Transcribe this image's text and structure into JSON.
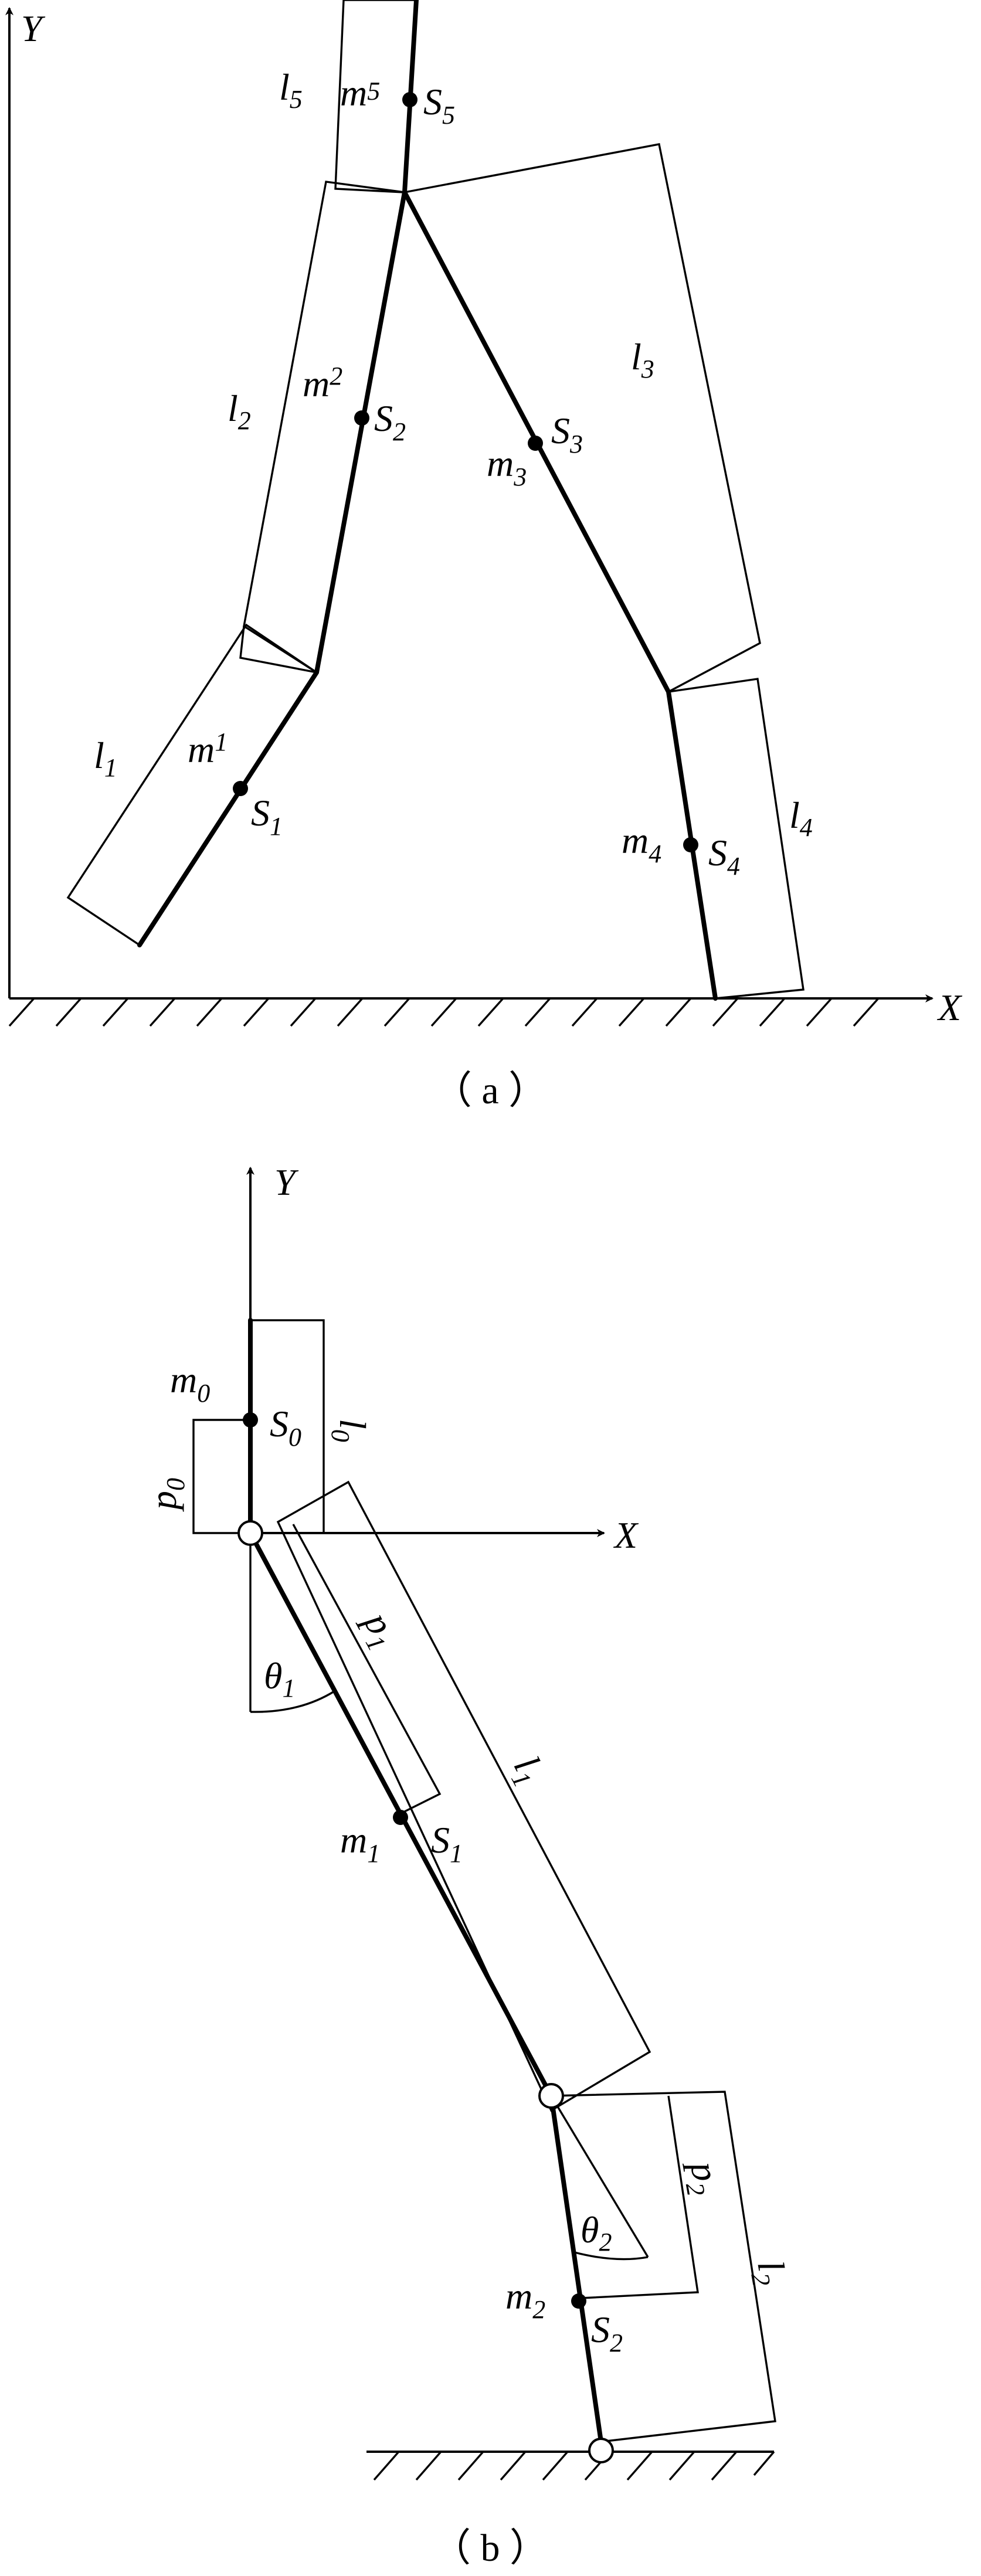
{
  "figure_a": {
    "caption": "（ a ）",
    "axis_x": "X",
    "axis_y": "Y",
    "links": [
      {
        "l": "l",
        "l_sub": "1",
        "m": "m",
        "m_sub": "1",
        "s": "S",
        "s_sub": "1"
      },
      {
        "l": "l",
        "l_sub": "2",
        "m": "m",
        "m_sub": "2",
        "s": "S",
        "s_sub": "2"
      },
      {
        "l": "l",
        "l_sub": "3",
        "m": "m",
        "m_sub": "3",
        "s": "S",
        "s_sub": "3"
      },
      {
        "l": "l",
        "l_sub": "4",
        "m": "m",
        "m_sub": "4",
        "s": "S",
        "s_sub": "4"
      },
      {
        "l": "l",
        "l_sub": "5",
        "m": "m",
        "m_sub": "5",
        "s": "S",
        "s_sub": "5"
      }
    ]
  },
  "figure_b": {
    "caption": "（ b ）",
    "axis_x": "X",
    "axis_y": "Y",
    "link0": {
      "m": "m",
      "m_sub": "0",
      "s": "S",
      "s_sub": "0",
      "l": "l",
      "l_sub": "0",
      "p": "p",
      "p_sub": "0"
    },
    "link1": {
      "m": "m",
      "m_sub": "1",
      "s": "S",
      "s_sub": "1",
      "l": "l",
      "l_sub": "1",
      "p": "p",
      "p_sub": "1",
      "theta": "θ",
      "theta_sub": "1"
    },
    "link2": {
      "m": "m",
      "m_sub": "2",
      "s": "S",
      "s_sub": "2",
      "l": "l",
      "l_sub": "2",
      "p": "p",
      "p_sub": "2",
      "theta": "θ",
      "theta_sub": "2"
    }
  }
}
